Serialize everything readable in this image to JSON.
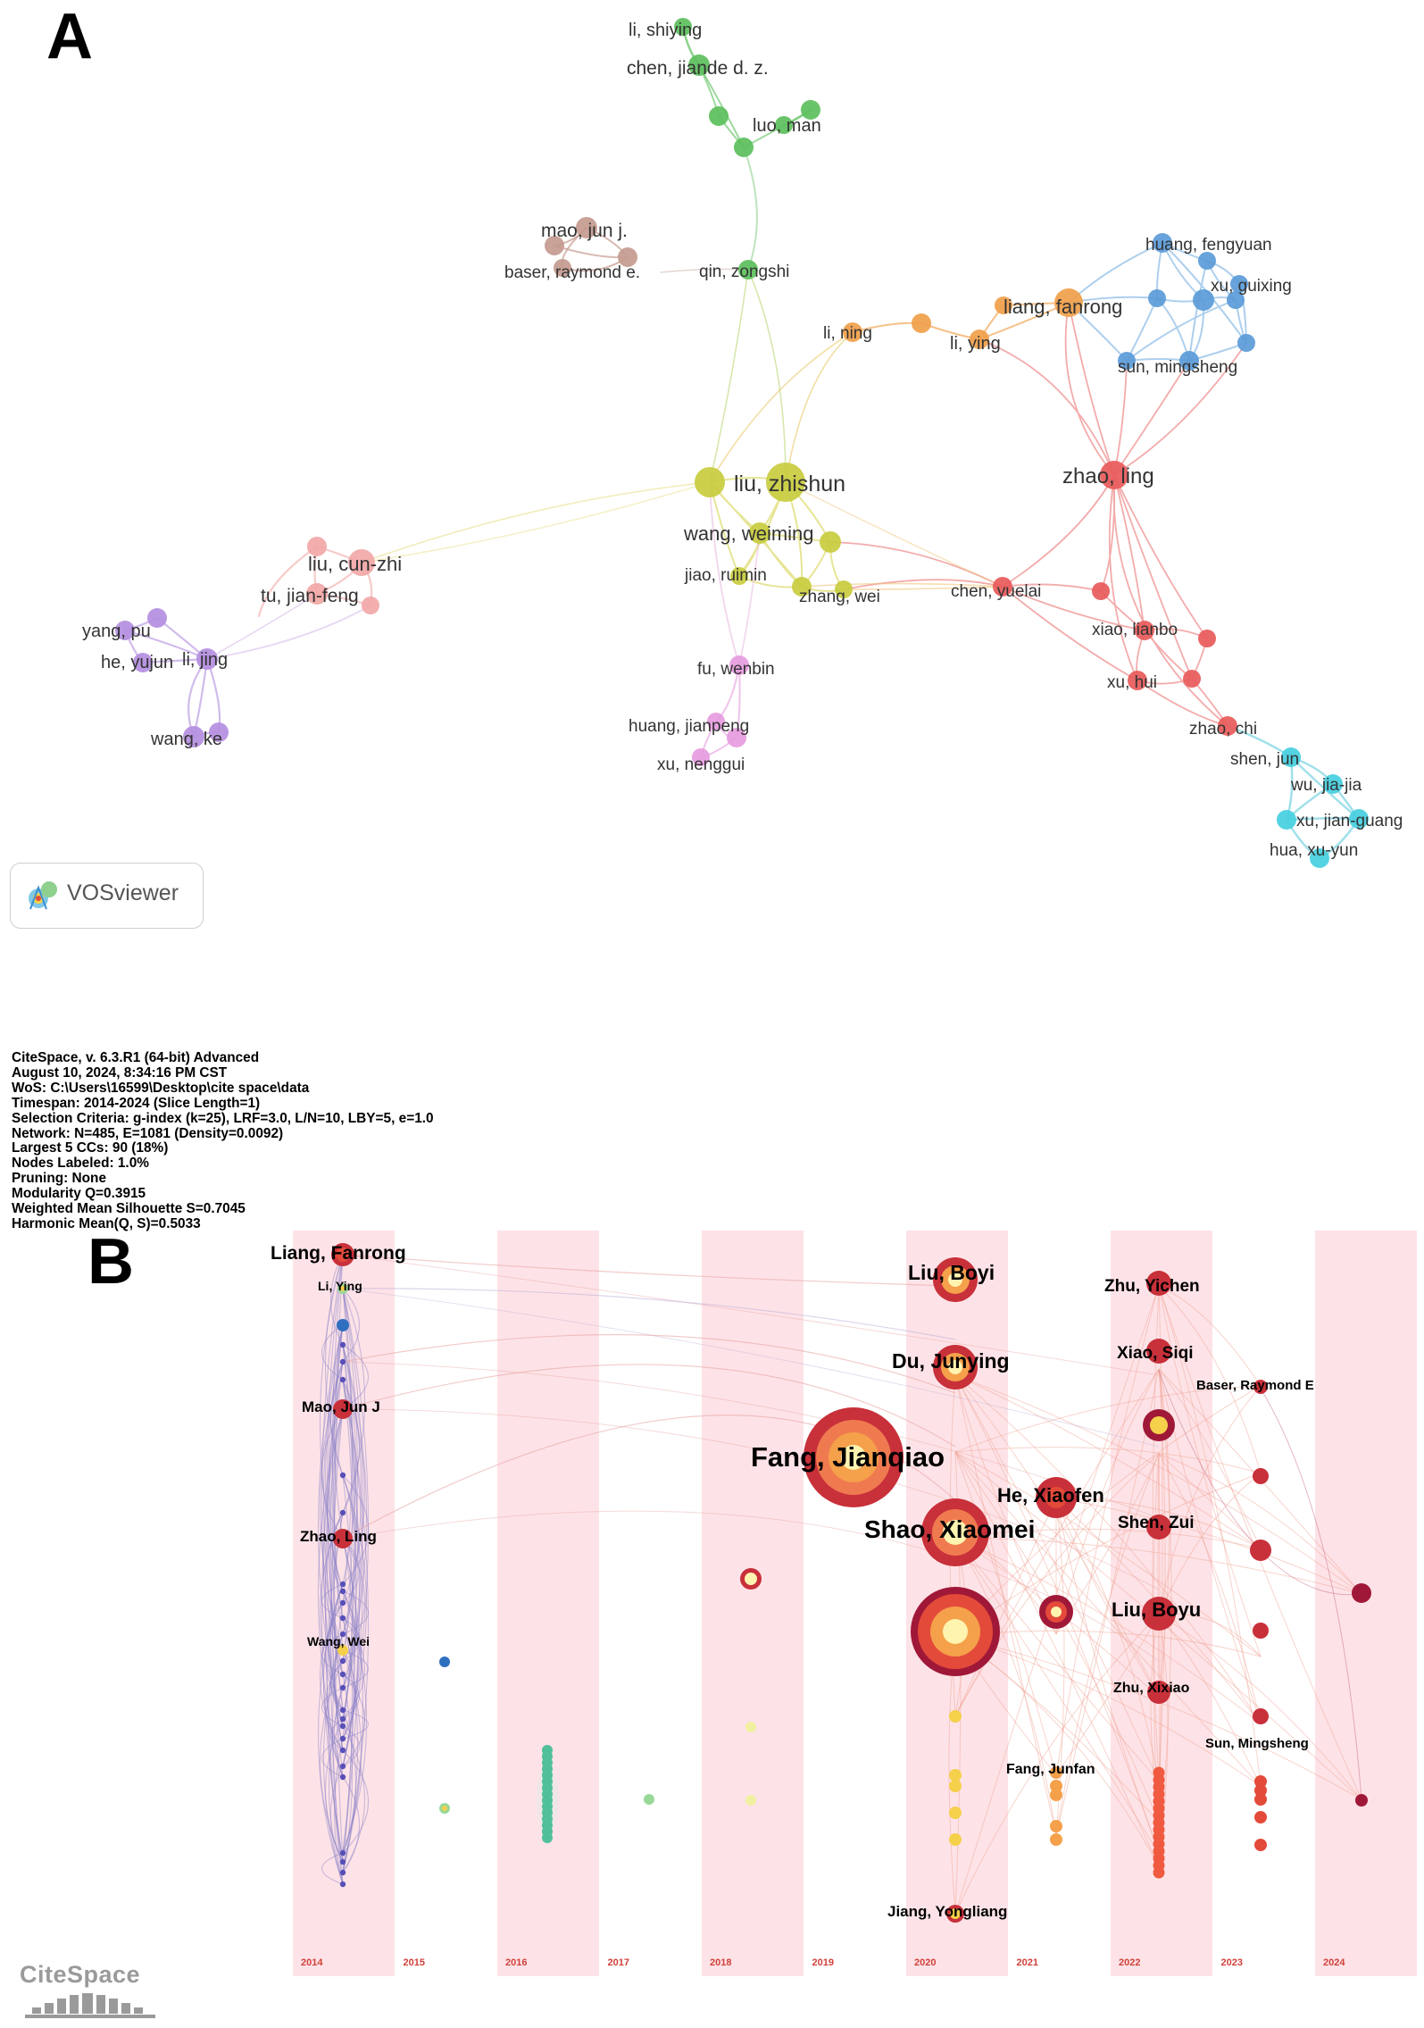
{
  "panelA": {
    "letter": "A",
    "badge": "VOSviewer",
    "labels": [
      "li, shiying",
      "chen, jiande d. z.",
      "luo, man",
      "mao, jun j.",
      "baser, raymond e.",
      "qin, zongshi",
      "huang, fengyuan",
      "xu, guixing",
      "liang, fanrong",
      "li, ning",
      "li, ying",
      "sun, mingsheng",
      "liu, zhishun",
      "zhao, ling",
      "wang, weiming",
      "liu, cun-zhi",
      "jiao, ruimin",
      "tu, jian-feng",
      "zhang, wei",
      "chen, yuelai",
      "yang, pu",
      "xiao, lianbo",
      "he, yujun",
      "li, jing",
      "fu, wenbin",
      "xu, hui",
      "huang, jianpeng",
      "zhao, chi",
      "wang, ke",
      "shen, jun",
      "xu, nenggui",
      "wu, jia-jia",
      "xu, jian-guang",
      "hua, xu-yun"
    ],
    "cluster_colors": {
      "green": "#5cbf5c",
      "brown": "#c49a8f",
      "orange": "#f0a04a",
      "blue": "#5b9bd8",
      "yellow": "#c8cc3e",
      "red": "#e85a5a",
      "pink": "#f2a7a7",
      "purple": "#b48ee0",
      "magenta": "#e69be0",
      "cyan": "#45cfe0"
    }
  },
  "panelB": {
    "letter": "B",
    "info_lines": [
      "CiteSpace, v. 6.3.R1 (64-bit) Advanced",
      "August 10, 2024, 8:34:16 PM CST",
      "WoS: C:\\Users\\16599\\Desktop\\cite space\\data",
      "Timespan: 2014-2024 (Slice Length=1)",
      "Selection Criteria: g-index (k=25), LRF=3.0, L/N=10, LBY=5, e=1.0",
      "Network: N=485, E=1081 (Density=0.0092)",
      "Largest 5 CCs: 90 (18%)",
      "Nodes Labeled: 1.0%",
      "Pruning: None",
      "Modularity Q=0.3915",
      "Weighted Mean Silhouette S=0.7045",
      "Harmonic Mean(Q, S)=0.5033"
    ],
    "years": [
      "2014",
      "2015",
      "2016",
      "2017",
      "2018",
      "2019",
      "2020",
      "2021",
      "2022",
      "2023",
      "2024"
    ],
    "labels": [
      "Liang, Fanrong",
      "Li, Ying",
      "Mao, Jun J",
      "Zhao, Ling",
      "Wang, Wei",
      "Liu, Boyi",
      "Du, Junying",
      "Fang, Jianqiao",
      "He, Xiaofen",
      "Shao, Xiaomei",
      "Jiang, Yongliang",
      "Zhu, Yichen",
      "Xiao, Siqi",
      "Baser, Raymond E",
      "Shen, Zui",
      "Liu, Boyu",
      "Zhu, Xixiao",
      "Sun, Mingsheng",
      "Fang, Junfan"
    ],
    "logo": "CiteSpace"
  }
}
